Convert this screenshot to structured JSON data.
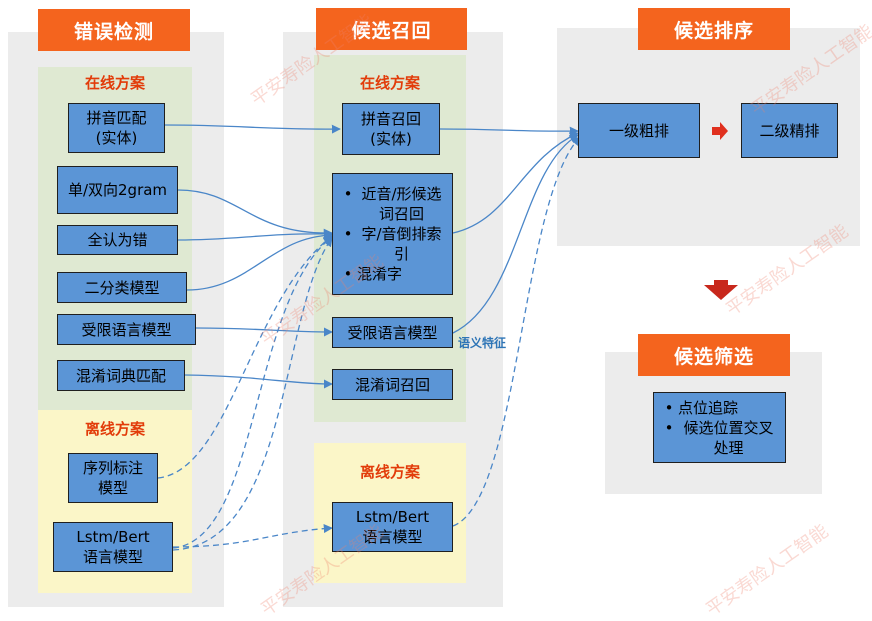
{
  "columns": {
    "detection": {
      "title": "错误检测",
      "online_label": "在线方案",
      "offline_label": "离线方案",
      "online_boxes": [
        {
          "lines": [
            "拼音匹配",
            "(实体)"
          ]
        },
        {
          "lines": [
            "单/双向2gram"
          ]
        },
        {
          "lines": [
            "全认为错"
          ]
        },
        {
          "lines": [
            "二分类模型"
          ]
        },
        {
          "lines": [
            "受限语言模型"
          ]
        },
        {
          "lines": [
            "混淆词典匹配"
          ]
        }
      ],
      "offline_boxes": [
        {
          "lines": [
            "序列标注",
            "模型"
          ]
        },
        {
          "lines": [
            "Lstm/Bert",
            "语言模型"
          ]
        }
      ]
    },
    "recall": {
      "title": "候选召回",
      "online_label": "在线方案",
      "offline_label": "离线方案",
      "pinyin_box": {
        "lines": [
          "拼音召回",
          "(实体)"
        ]
      },
      "multi_box": {
        "items": [
          "近音/形候选词召回",
          "字/音倒排索引",
          "混淆字"
        ]
      },
      "lm_box": "受限语言模型",
      "confusion_box": "混淆词召回",
      "offline_box": {
        "lines": [
          "Lstm/Bert",
          "语言模型"
        ]
      },
      "semantic_label": "语义特征"
    },
    "ranking": {
      "title": "候选排序",
      "stage1": "一级粗排",
      "stage2": "二级精排"
    },
    "filtering": {
      "title": "候选筛选",
      "items": [
        "点位追踪",
        "候选位置交叉处理"
      ]
    }
  },
  "bullet": "•",
  "watermark": "平安寿险人工智能",
  "colors": {
    "header_orange": "#f4641e",
    "box_blue": "#5b95d6",
    "online_green": "#dfe9d2",
    "offline_yellow": "#fbf6c8",
    "panel_gray": "#ececec",
    "arrow_blue": "#4a86c8",
    "arrow_red": "#e0301e"
  }
}
